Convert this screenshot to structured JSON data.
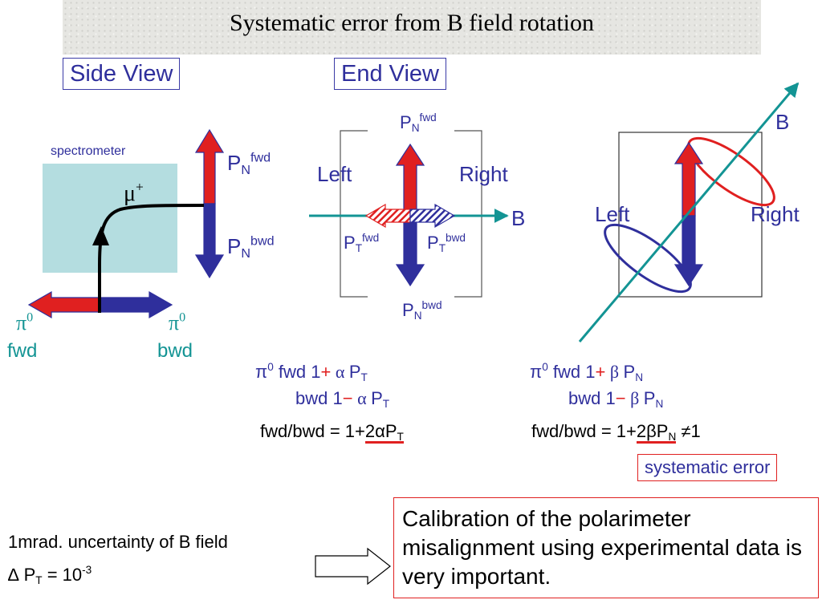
{
  "slide": {
    "title": "Systematic error from B field rotation"
  },
  "side_view": {
    "box_label": "Side View",
    "spectrometer_label": "spectrometer",
    "muon_label": "μ",
    "muon_sup": "+",
    "pn_fwd_base": "P",
    "pn_fwd_sub": "N",
    "pn_fwd_sup": "fwd",
    "pn_bwd_base": "P",
    "pn_bwd_sub": "N",
    "pn_bwd_sup": "bwd",
    "pi_left": "π",
    "pi_left_sup": "0",
    "pi_left_dir": "fwd",
    "pi_right": "π",
    "pi_right_sup": "0",
    "pi_right_dir": "bwd"
  },
  "end_view": {
    "box_label": "End View",
    "pn_fwd_base": "P",
    "pn_fwd_sub": "N",
    "pn_fwd_sup": "fwd",
    "pn_bwd_base": "P",
    "pn_bwd_sub": "N",
    "pn_bwd_sup": "bwd",
    "pt_fwd_base": "P",
    "pt_fwd_sub": "T",
    "pt_fwd_sup": "fwd",
    "pt_bwd_base": "P",
    "pt_bwd_sub": "T",
    "pt_bwd_sup": "bwd",
    "left": "Left",
    "right": "Right",
    "b": "B"
  },
  "rotated_view": {
    "b": "B",
    "left": "Left",
    "right": "Right"
  },
  "eq_alpha": {
    "line1_pi": "π",
    "line1_sup": "0",
    "line1_text": " fwd  1",
    "line1_sign": "+",
    "line1_coef": " α ",
    "line1_p": "P",
    "line1_sub": "T",
    "line2_text": "bwd 1",
    "line2_sign": "−",
    "line2_coef": " α ",
    "line2_p": "P",
    "line2_sub": "T",
    "line3_text": "fwd/bwd = 1+",
    "line3_under": "2αP",
    "line3_under_sub": "T"
  },
  "eq_beta": {
    "line1_pi": "π",
    "line1_sup": "0",
    "line1_text": " fwd  1",
    "line1_sign": "+",
    "line1_coef": " β ",
    "line1_p": "P",
    "line1_sub": "N",
    "line2_text": "bwd 1",
    "line2_sign": "−",
    "line2_coef": " β ",
    "line2_p": "P",
    "line2_sub": "N",
    "line3_text": "fwd/bwd = 1+",
    "line3_under": "2βP",
    "line3_under_sub": "N",
    "line3_tail": " ≠1"
  },
  "systematic_error": "systematic error",
  "uncertainty": {
    "line1": "1mrad. uncertainty of B field",
    "line2_prefix": "∆ P",
    "line2_sub": "T",
    "line2_mid": " = 10",
    "line2_sup": "-3"
  },
  "calibration_text": "Calibration of the polarimeter misalignment using experimental data is very important.",
  "colors": {
    "teal": "#139494",
    "blue": "#2f2f9c",
    "red": "#e02020",
    "spectrometer_fill": "#b4dde0"
  }
}
